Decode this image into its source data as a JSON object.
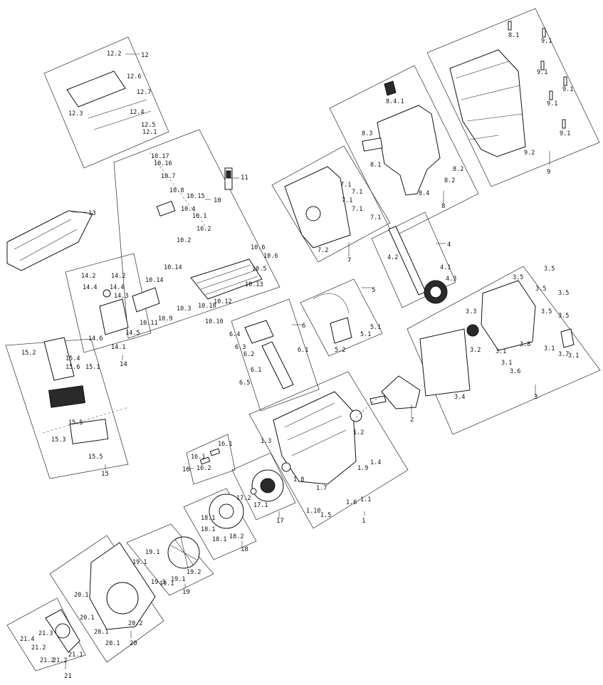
{
  "groups": [
    {
      "id": "1",
      "parts": [
        "1.1",
        "1.2",
        "1.3",
        "1.4",
        "1.5",
        "1.6",
        "1.7",
        "1.8",
        "1.9",
        "1.10"
      ]
    },
    {
      "id": "2",
      "parts": [
        "2"
      ]
    },
    {
      "id": "3",
      "parts": [
        "3.1",
        "3.2",
        "3.3",
        "3.4",
        "3.5",
        "3.6",
        "3.7",
        "3.8"
      ]
    },
    {
      "id": "4",
      "parts": [
        "4.1",
        "4.2",
        "4.3"
      ]
    },
    {
      "id": "5",
      "parts": [
        "5.1",
        "5.2"
      ]
    },
    {
      "id": "6",
      "parts": [
        "6.1",
        "6.2",
        "6.3",
        "6.4",
        "6.5"
      ]
    },
    {
      "id": "7",
      "parts": [
        "7.1",
        "7.2"
      ]
    },
    {
      "id": "8",
      "parts": [
        "8.1",
        "8.2",
        "8.3",
        "8.4",
        "8.4.1"
      ]
    },
    {
      "id": "9",
      "parts": [
        "9.1",
        "9.2"
      ]
    },
    {
      "id": "10",
      "parts": [
        "10.1",
        "10.2",
        "10.3",
        "10.4",
        "10.5",
        "10.6",
        "10.7",
        "10.8",
        "10.9",
        "10.10",
        "10.11",
        "10.12",
        "10.13",
        "10.14",
        "10.15",
        "10.16",
        "10.17",
        "10.18"
      ]
    },
    {
      "id": "11",
      "parts": [
        "11"
      ]
    },
    {
      "id": "12",
      "parts": [
        "12.1",
        "12.2",
        "12.3",
        "12.4",
        "12.5",
        "12.6",
        "12.7"
      ]
    },
    {
      "id": "13",
      "parts": [
        "13"
      ]
    },
    {
      "id": "14",
      "parts": [
        "14.1",
        "14.2",
        "14.3",
        "14.4",
        "14.5",
        "14.6"
      ]
    },
    {
      "id": "15",
      "parts": [
        "15.1",
        "15.2",
        "15.3",
        "15.4",
        "15.5",
        "15.6"
      ]
    },
    {
      "id": "16",
      "parts": [
        "16.1",
        "16.2"
      ]
    },
    {
      "id": "17",
      "parts": [
        "17.1",
        "17.2"
      ]
    },
    {
      "id": "18",
      "parts": [
        "18.1",
        "18.2"
      ]
    },
    {
      "id": "19",
      "parts": [
        "19.1",
        "19.2",
        "19.3"
      ]
    },
    {
      "id": "20",
      "parts": [
        "20.1",
        "20.2"
      ]
    },
    {
      "id": "21",
      "parts": [
        "21.1",
        "21.2",
        "21.3",
        "21.4"
      ]
    }
  ]
}
